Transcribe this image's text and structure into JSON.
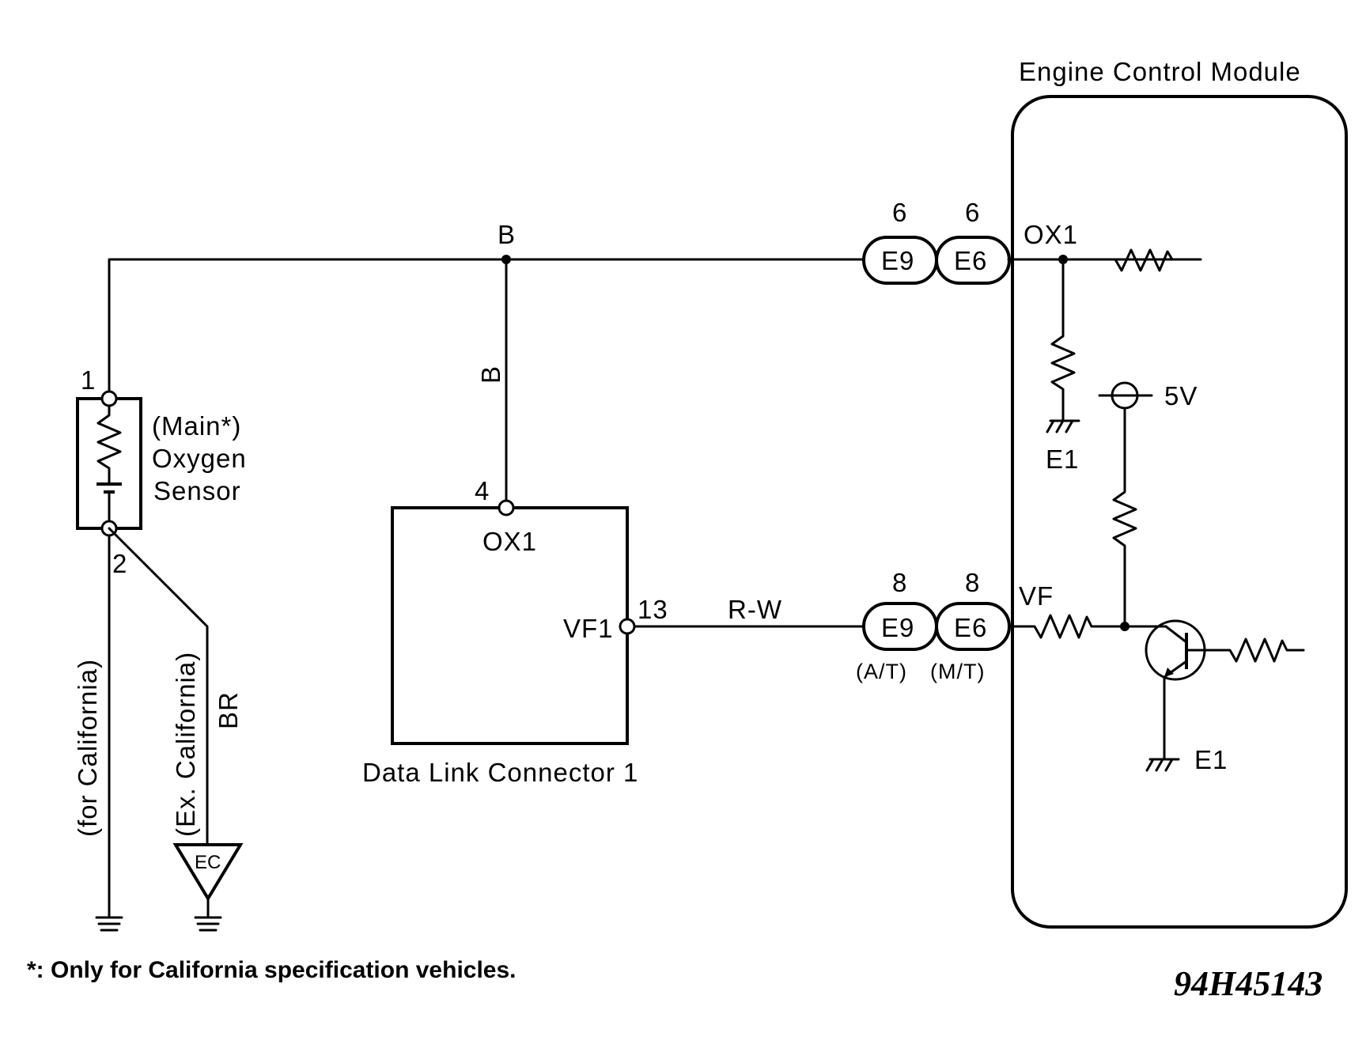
{
  "ecm": {
    "title": "Engine Control Module",
    "pin_ox1": "OX1",
    "pin_vf": "VF",
    "ground1": "E1",
    "ground2": "E1",
    "supply": "5V"
  },
  "connectors": {
    "top_e9_name": "E9",
    "top_e9_pin": "6",
    "top_e6_name": "E6",
    "top_e6_pin": "6",
    "bot_e9_name": "E9",
    "bot_e9_pin": "8",
    "bot_e6_name": "E6",
    "bot_e6_pin": "8",
    "bot_e9_note": "(A/T)",
    "bot_e6_note": "(M/T)"
  },
  "wires": {
    "top_color": "B",
    "vertical_color": "B",
    "signal_color": "R-W",
    "ground_color": "BR"
  },
  "sensor": {
    "pin1": "1",
    "pin2": "2",
    "label_line1": "(Main*)",
    "label_line2": "Oxygen",
    "label_line3": "Sensor",
    "branch_california": "(for California)",
    "branch_ex_california": "(Ex. California)",
    "ground_point": "EC"
  },
  "dlc": {
    "name": "Data Link Connector 1",
    "pin_ox1_num": "4",
    "pin_ox1_name": "OX1",
    "pin_vf1_num": "13",
    "pin_vf1_name": "VF1"
  },
  "footnote": "*: Only for California specification vehicles.",
  "diagram_code": "94H45143"
}
